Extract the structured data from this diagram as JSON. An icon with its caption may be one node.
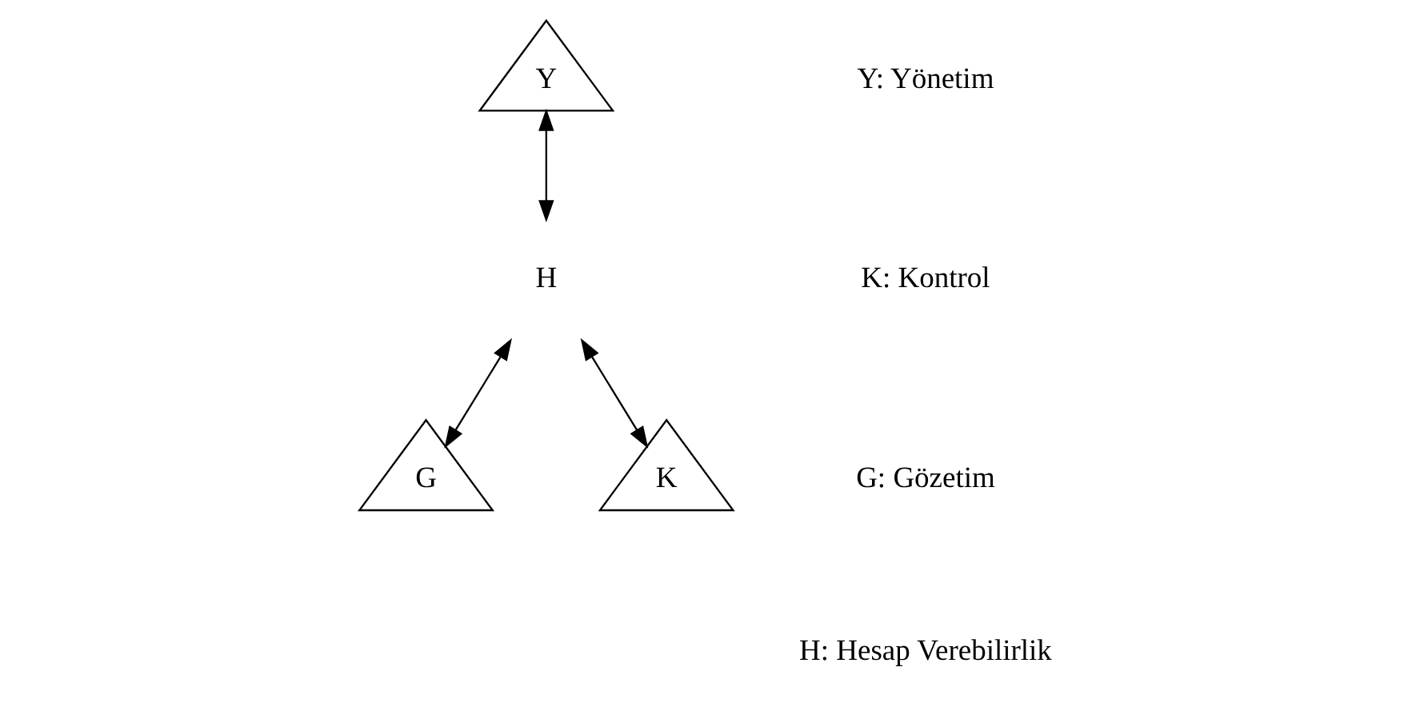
{
  "diagram": {
    "nodes": [
      {
        "text": [
          "Y"
        ]
      },
      {
        "text": [
          "H"
        ]
      },
      {
        "text": [
          "G"
        ]
      },
      {
        "text": [
          "K"
        ]
      }
    ],
    "edges": [
      {
        "from": 0,
        "to": 1,
        "arrow": "both"
      },
      {
        "from": 1,
        "to": 2,
        "arrow": "both"
      },
      {
        "from": 1,
        "to": 3,
        "arrow": "both"
      }
    ],
    "labels": [
      "Y: Yönetim",
      "K: Kontrol",
      "G: Gözetim",
      "H: Hesap Verebilirlik"
    ]
  }
}
